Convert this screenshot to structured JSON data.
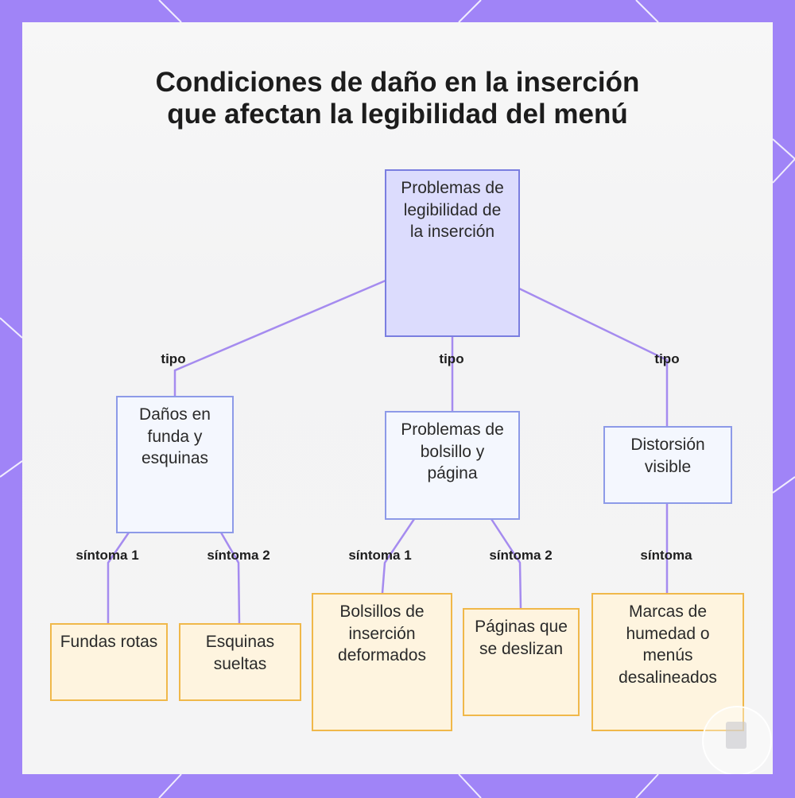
{
  "title": {
    "line1": "Condiciones de daño en la inserción",
    "line2": "que afectan la legibilidad del menú"
  },
  "colors": {
    "frame": "#a084f7",
    "edge": "#a58bef",
    "root_fill": "#dcdcfd",
    "root_border": "#7a7ee0",
    "mid_fill": "#f4f7fe",
    "mid_border": "#8d9ae8",
    "leaf_fill": "#fef4df",
    "leaf_border": "#f0b84a"
  },
  "nodes": {
    "root": "Problemas de legibilidad de la inserción",
    "mid_left": "Daños en funda y esquinas",
    "mid_center": "Problemas de bolsillo y página",
    "mid_right": "Distorsión visible",
    "leaf_1": "Fundas rotas",
    "leaf_2": "Esquinas sueltas",
    "leaf_3": "Bolsillos de inserción deformados",
    "leaf_4": "Páginas que se deslizan",
    "leaf_5": "Marcas de humedad o menús desalineados"
  },
  "edges": {
    "tipo_left": "tipo",
    "tipo_center": "tipo",
    "tipo_right": "tipo",
    "sintoma_1_left": "síntoma 1",
    "sintoma_2_left": "síntoma 2",
    "sintoma_1_center": "síntoma 1",
    "sintoma_2_center": "síntoma 2",
    "sintoma_right": "síntoma"
  }
}
